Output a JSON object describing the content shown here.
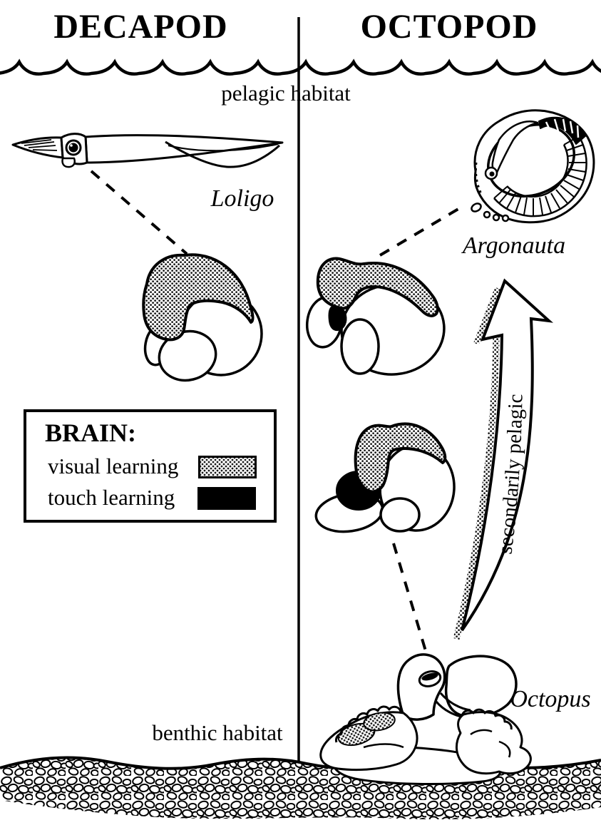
{
  "figure": {
    "columns": {
      "left_title": "DECAPOD",
      "right_title": "OCTOPOD"
    },
    "habitats": {
      "pelagic": "pelagic habitat",
      "benthic": "benthic habitat"
    },
    "species": {
      "loligo": "Loligo",
      "argonauta": "Argonauta",
      "octopus": "Octopus"
    },
    "legend": {
      "title": "BRAIN:",
      "items": [
        {
          "label": "visual learning",
          "swatch": "stipple"
        },
        {
          "label": "touch learning",
          "swatch": "solid-black"
        }
      ]
    },
    "arrow": {
      "label": "secondarily pelagic",
      "direction": "up"
    },
    "colors": {
      "ink": "#000000",
      "paper": "#ffffff",
      "stipple_dot": "#1a1a1a"
    }
  }
}
